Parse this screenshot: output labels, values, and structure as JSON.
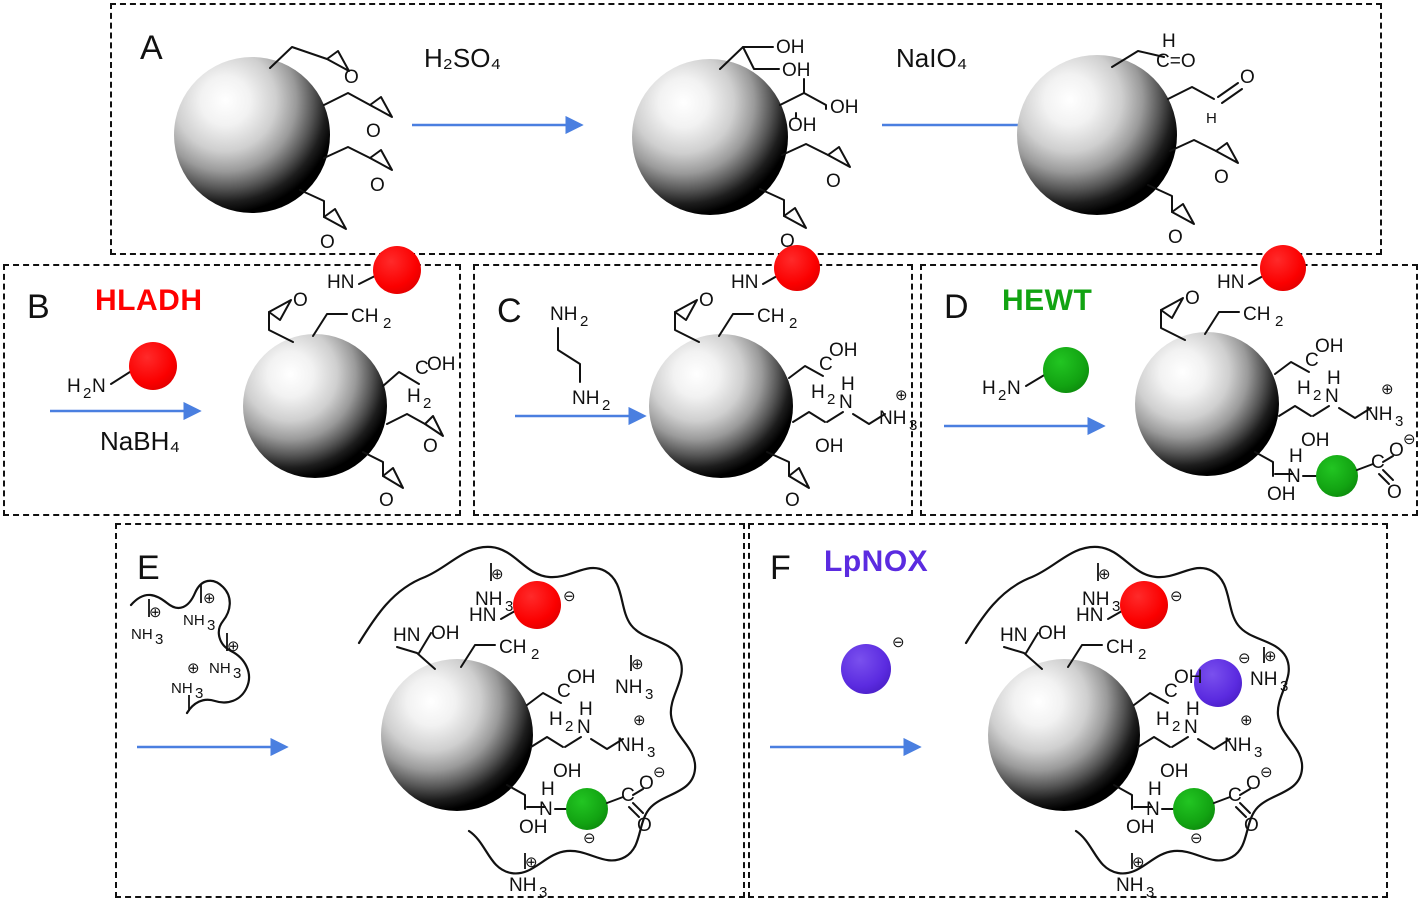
{
  "figure": {
    "type": "scientific-scheme",
    "description": "Stepwise functionalization of epoxy-activated agarose microbeads and sequential co-immobilization of three enzymes",
    "background": "#ffffff",
    "arrow_color": "#4a7fe0",
    "bead_edge_color": "#000000",
    "bead_highlight_color": "#ffffff"
  },
  "colors": {
    "hladh_red": "#ff0000",
    "hewt_green": "#12a312",
    "lpnox_violet": "#5b2be0",
    "arrow_blue": "#4a7fe0",
    "outline_black": "#111111"
  },
  "panels": [
    {
      "id": "A",
      "label": "A",
      "enzyme_label": null,
      "reagents": [
        "H2SO4",
        "NaIO4"
      ],
      "reagent_labels": [
        "H",
        "2",
        "SO",
        "4"
      ],
      "arrows": 2,
      "structures": [
        {
          "name": "epoxy-bead",
          "groups": [
            "epoxide",
            "epoxide",
            "epoxide",
            "epoxide"
          ]
        },
        {
          "name": "diol-bead",
          "groups": [
            "diol-OH-OH",
            "diol-OH-OH",
            "epoxide",
            "epoxide"
          ]
        },
        {
          "name": "aldehyde-bead",
          "groups": [
            "aldehyde-H-C=O",
            "aldehyde-C=O-H",
            "epoxide",
            "epoxide"
          ]
        }
      ]
    },
    {
      "id": "B",
      "label": "B",
      "enzyme_label": "HLADH",
      "enzyme_color": "#ff0000",
      "reagent_above_arrow": "H2N-(red enzyme)",
      "reagent_below_arrow": "NaBH4",
      "structures": [
        {
          "name": "hladh-bead",
          "groups": [
            "epoxide",
            "HN-red-CH2",
            "CH2-C-OH",
            "epoxide",
            "epoxide"
          ]
        }
      ]
    },
    {
      "id": "C",
      "label": "C",
      "enzyme_label": null,
      "reagent": "ethylenediamine NH2 / NH2",
      "structures": [
        {
          "name": "eda-bead",
          "groups": [
            "epoxide",
            "HN-red-CH2",
            "CH2-C-OH",
            "OH-NH-CH2CH2-NH3+",
            "epoxide"
          ]
        }
      ]
    },
    {
      "id": "D",
      "label": "D",
      "enzyme_label": "HEWT",
      "enzyme_color": "#12a312",
      "reagent_above_arrow": "H2N-(green enzyme)",
      "structures": [
        {
          "name": "hewt-bead",
          "groups": [
            "epoxide",
            "HN-red-CH2",
            "CH2-C-OH",
            "OH-NH-CH2CH2-NH3+",
            "OH-NH-green-C(=O)-O-"
          ]
        }
      ]
    },
    {
      "id": "E",
      "label": "E",
      "enzyme_label": null,
      "reagent": "polyethyleneimine (PEI) with NH3+ groups",
      "structures": [
        {
          "name": "pei-coated-bead",
          "groups": [
            "HN-OH",
            "HN-red-CH2",
            "CH2-C-OH",
            "OH-NH-CH2CH2-NH3+",
            "OH-NH-green-C(=O)-O-",
            "PEI shell with NH3+"
          ]
        }
      ]
    },
    {
      "id": "F",
      "label": "F",
      "enzyme_label": "LpNOX",
      "enzyme_color": "#5b2be0",
      "reagent": "(violet enzyme with negative charge)",
      "structures": [
        {
          "name": "lpnox-bead",
          "groups": [
            "HN-OH",
            "HN-red-CH2",
            "CH2-C-OH",
            "OH-NH-CH2CH2-NH3+",
            "OH-NH-green-C(=O)-O-",
            "PEI shell with NH3+",
            "violet enzyme bound"
          ]
        }
      ]
    }
  ],
  "chem_text": {
    "O": "O",
    "OH": "OH",
    "H": "H",
    "C": "C",
    "N": "N",
    "HN": "HN",
    "NH": "NH",
    "NH2": "NH",
    "NH3": "NH",
    "CH2": "CH",
    "H2N": "H",
    "sub2": "2",
    "sub3": "3",
    "sub4": "4",
    "eq_O": "=O",
    "C_eq_O": "C=O",
    "plus": "⊕",
    "minus": "⊖",
    "H2SO4_base": "H",
    "NaIO4_base": "NaIO"
  },
  "labels": {
    "panel_a": "A",
    "panel_b": "B",
    "panel_c": "C",
    "panel_d": "D",
    "panel_e": "E",
    "panel_f": "F",
    "hladh": "HLADH",
    "hewt": "HEWT",
    "lpnox": "LpNOX",
    "h2so4": "H₂SO₄",
    "naio4": "NaIO₄",
    "nabh4": "NaBH₄"
  }
}
